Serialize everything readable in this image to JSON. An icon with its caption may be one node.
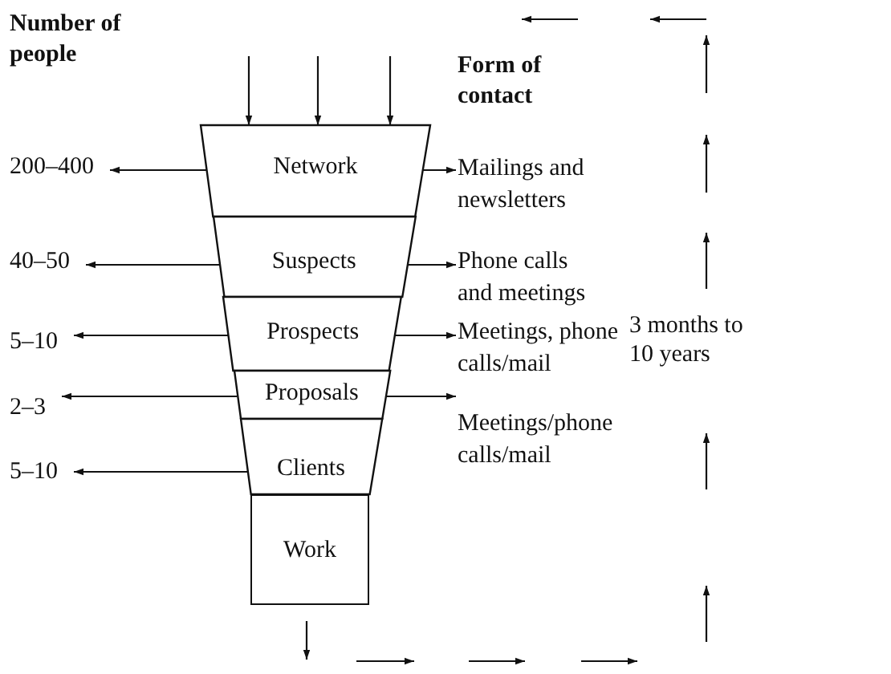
{
  "diagram": {
    "nodes": [
      {
        "text": [
          "Network"
        ]
      },
      {
        "text": [
          "Suspects"
        ]
      },
      {
        "text": [
          "Prospects"
        ]
      },
      {
        "text": [
          "Proposals"
        ]
      },
      {
        "text": [
          "Clients"
        ]
      },
      {
        "text": [
          "Work"
        ]
      },
      {
        "text": [
          "200–400"
        ]
      },
      {
        "text": [
          "40–50"
        ]
      },
      {
        "text": [
          "5–10"
        ]
      },
      {
        "text": [
          "2–3"
        ]
      },
      {
        "text": [
          "5–10"
        ]
      },
      {
        "text": [
          "Mailings and newsletters"
        ]
      },
      {
        "text": [
          "Phone calls and meetings"
        ]
      },
      {
        "text": [
          "Meetings, phone calls/mail"
        ]
      },
      {
        "text": [
          "Meetings/phone calls/mail"
        ]
      }
    ],
    "edges": [
      {
        "from": null,
        "to": 0,
        "arrow": "to"
      },
      {
        "from": null,
        "to": 0,
        "arrow": "to"
      },
      {
        "from": null,
        "to": 0,
        "arrow": "to"
      },
      {
        "from": 0,
        "to": 6,
        "arrow": "to"
      },
      {
        "from": 0,
        "to": 11,
        "arrow": "to"
      },
      {
        "from": 1,
        "to": 7,
        "arrow": "to"
      },
      {
        "from": 1,
        "to": 12,
        "arrow": "to"
      },
      {
        "from": 2,
        "to": 8,
        "arrow": "to"
      },
      {
        "from": 2,
        "to": 13,
        "arrow": "to"
      },
      {
        "from": 3,
        "to": 9,
        "arrow": "to"
      },
      {
        "from": 3,
        "to": 13,
        "arrow": "to"
      },
      {
        "from": 4,
        "to": 10,
        "arrow": "to"
      },
      {
        "from": 5,
        "to": null,
        "arrow": "to"
      }
    ],
    "labels": [
      "Number of people",
      "Form of contact",
      "3 months to 10 years"
    ]
  }
}
